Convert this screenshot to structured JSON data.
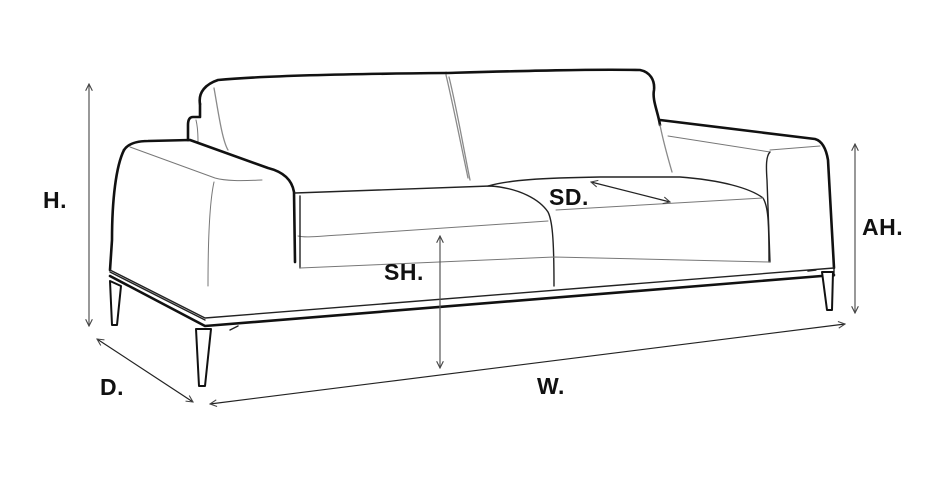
{
  "diagram": {
    "subject": "sofa-dimensions",
    "line_color": "#111111",
    "dimension_line_color": "#555555",
    "background": "#ffffff",
    "labels": {
      "height": "H.",
      "depth": "D.",
      "seat_height": "SH.",
      "seat_depth": "SD.",
      "arm_height": "AH.",
      "width": "W."
    }
  }
}
